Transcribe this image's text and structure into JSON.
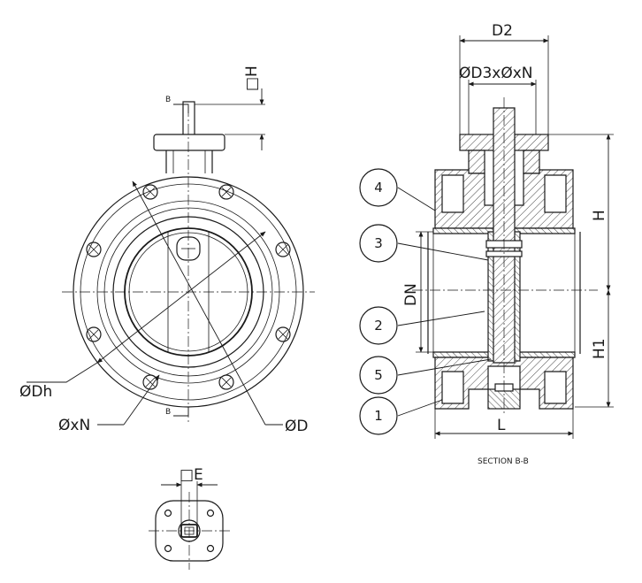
{
  "labels": {
    "d2": "D2",
    "d3xn": "ØD3xØxN",
    "square_h": "□H",
    "h": "H",
    "h1": "H1",
    "dn": "DN",
    "l": "L",
    "dh": "ØDh",
    "xn": "ØxN",
    "d": "ØD",
    "square_e": "□E",
    "section_mark_top": "B",
    "section_mark_bottom": "B",
    "section_title": "SECTION B-B"
  },
  "callouts": [
    "4",
    "3",
    "2",
    "5",
    "1"
  ]
}
